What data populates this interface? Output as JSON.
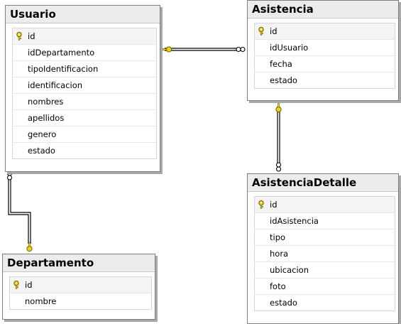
{
  "colors": {
    "key": "#f2d21a",
    "connector": "#000000",
    "title_bg": "#ececec"
  },
  "tables": {
    "usuario": {
      "title": "Usuario",
      "columns": [
        "id",
        "idDepartamento",
        "tipoIdentificacion",
        "identificacion",
        "nombres",
        "apellidos",
        "genero",
        "estado"
      ],
      "primary_key": "id"
    },
    "asistencia": {
      "title": "Asistencia",
      "columns": [
        "id",
        "idUsuario",
        "fecha",
        "estado"
      ],
      "primary_key": "id"
    },
    "asistenciaDetalle": {
      "title": "AsistenciaDetalle",
      "columns": [
        "id",
        "idAsistencia",
        "tipo",
        "hora",
        "ubicacion",
        "foto",
        "estado"
      ],
      "primary_key": "id"
    },
    "departamento": {
      "title": "Departamento",
      "columns": [
        "id",
        "nombre"
      ],
      "primary_key": "id"
    }
  },
  "relationships": [
    {
      "from": "asistencia",
      "to": "usuario",
      "from_end": "many-icon",
      "to_end": "key-icon"
    },
    {
      "from": "asistenciaDetalle",
      "to": "asistencia",
      "from_end": "many-icon",
      "to_end": "key-icon"
    },
    {
      "from": "usuario",
      "to": "departamento",
      "from_end": "many-icon",
      "to_end": "key-icon"
    }
  ]
}
